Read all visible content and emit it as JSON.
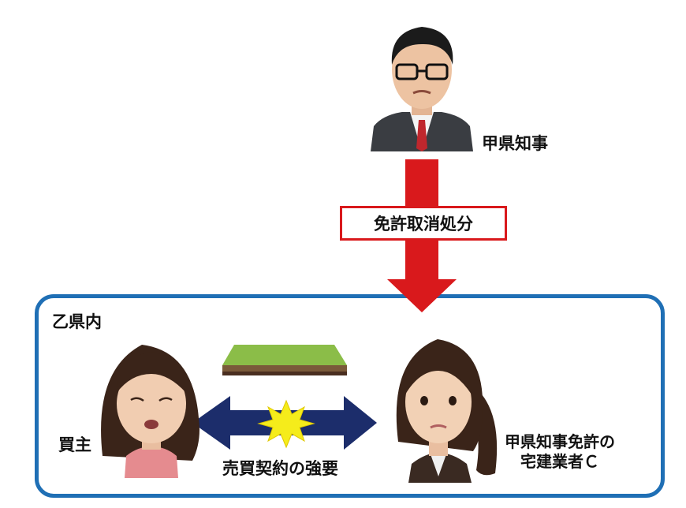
{
  "official": {
    "label": "甲県知事"
  },
  "action": {
    "label": "免許取消処分"
  },
  "region": {
    "label": "乙県内"
  },
  "buyer": {
    "label": "買主"
  },
  "dealer": {
    "label_line1": "甲県知事免許の",
    "label_line2": "宅建業者Ｃ"
  },
  "contract": {
    "label": "売買契約の強要"
  },
  "colors": {
    "red_arrow": "#d9191c",
    "region_border": "#1f6fb5",
    "double_arrow": "#1c2d6b",
    "burst": "#f5ec1b",
    "land_grass": "#8bbd48",
    "land_soil": "#5a3a2a"
  },
  "icons": {
    "official": "man-in-suit-portrait",
    "buyer": "woman-pained-portrait",
    "dealer": "woman-sulking-portrait",
    "land": "land-parcel-icon",
    "conflict": "conflict-burst-icon"
  }
}
